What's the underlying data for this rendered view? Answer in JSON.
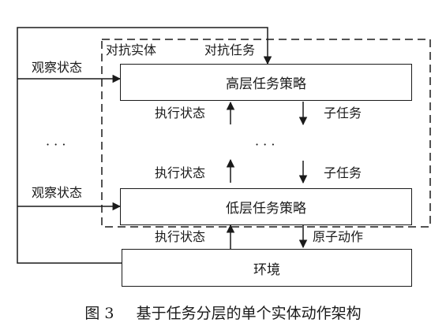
{
  "boxes": {
    "high": "高层任务策略",
    "low": "低层任务策略",
    "env": "环境"
  },
  "labels": {
    "entity": "对抗实体",
    "adversarial_task": "对抗任务",
    "observe_top": "观察状态",
    "observe_bottom": "观察状态",
    "exec_mid_top": "执行状态",
    "exec_mid_bottom": "执行状态",
    "exec_env": "执行状态",
    "subtask_top": "子任务",
    "subtask_bottom": "子任务",
    "atomic_action": "原子动作",
    "dots_left": "· · ·",
    "dots_center": "· · ·"
  },
  "caption": {
    "figure_no": "图 3",
    "title": "基于任务分层的单个实体动作架构"
  }
}
